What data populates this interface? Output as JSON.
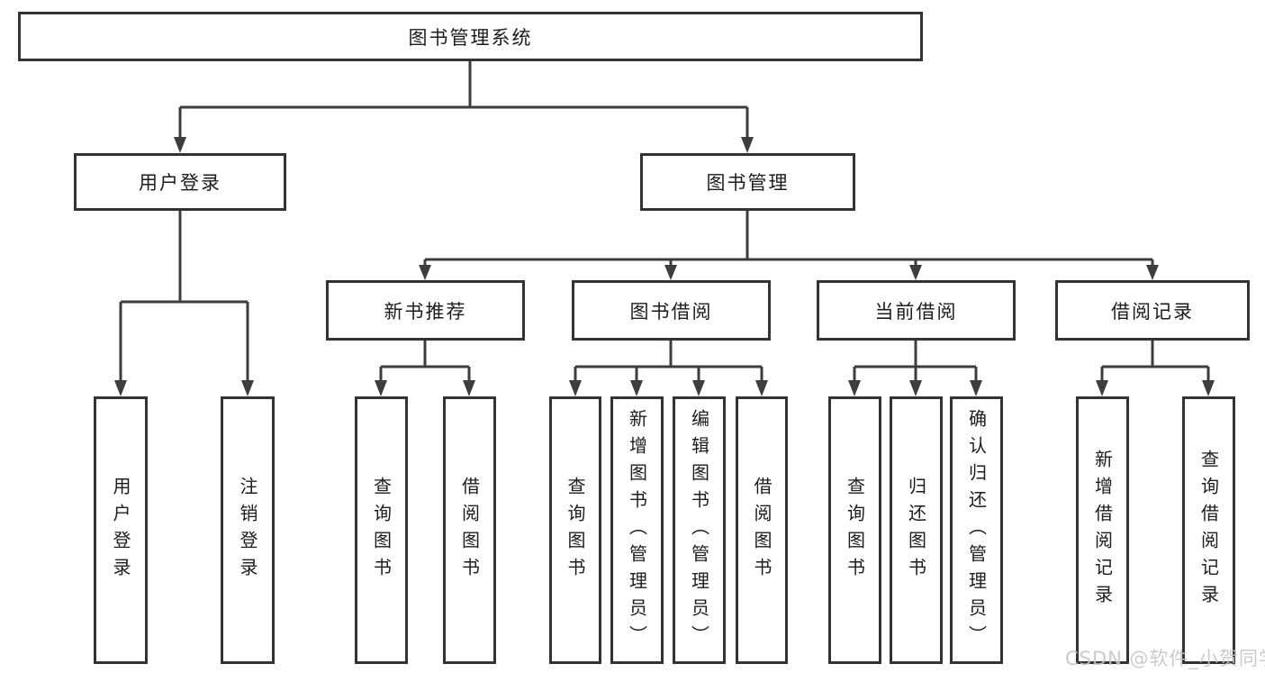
{
  "tree": {
    "root_label": "图书管理系统",
    "branches": [
      {
        "label": "用户登录",
        "leaves": [
          "用户登录",
          "注销登录"
        ]
      },
      {
        "label": "图书管理",
        "sections": [
          {
            "label": "新书推荐",
            "leaves": [
              "查询图书",
              "借阅图书"
            ]
          },
          {
            "label": "图书借阅",
            "leaves": [
              "查询图书",
              "新增图书（管理员）",
              "编辑图书（管理员）",
              "借阅图书"
            ]
          },
          {
            "label": "当前借阅",
            "leaves": [
              "查询图书",
              "归还图书",
              "确认归还（管理员）"
            ]
          },
          {
            "label": "借阅记录",
            "leaves": [
              "新增借阅记录",
              "查询借阅记录"
            ]
          }
        ]
      }
    ]
  },
  "watermark": "CSDN @软件_小贺同学",
  "colors": {
    "line": "#3d3d3d",
    "box_border": "#333333",
    "box_fill": "#ffffff",
    "text": "#1c1c1c",
    "watermark": "#c7c7c7"
  }
}
